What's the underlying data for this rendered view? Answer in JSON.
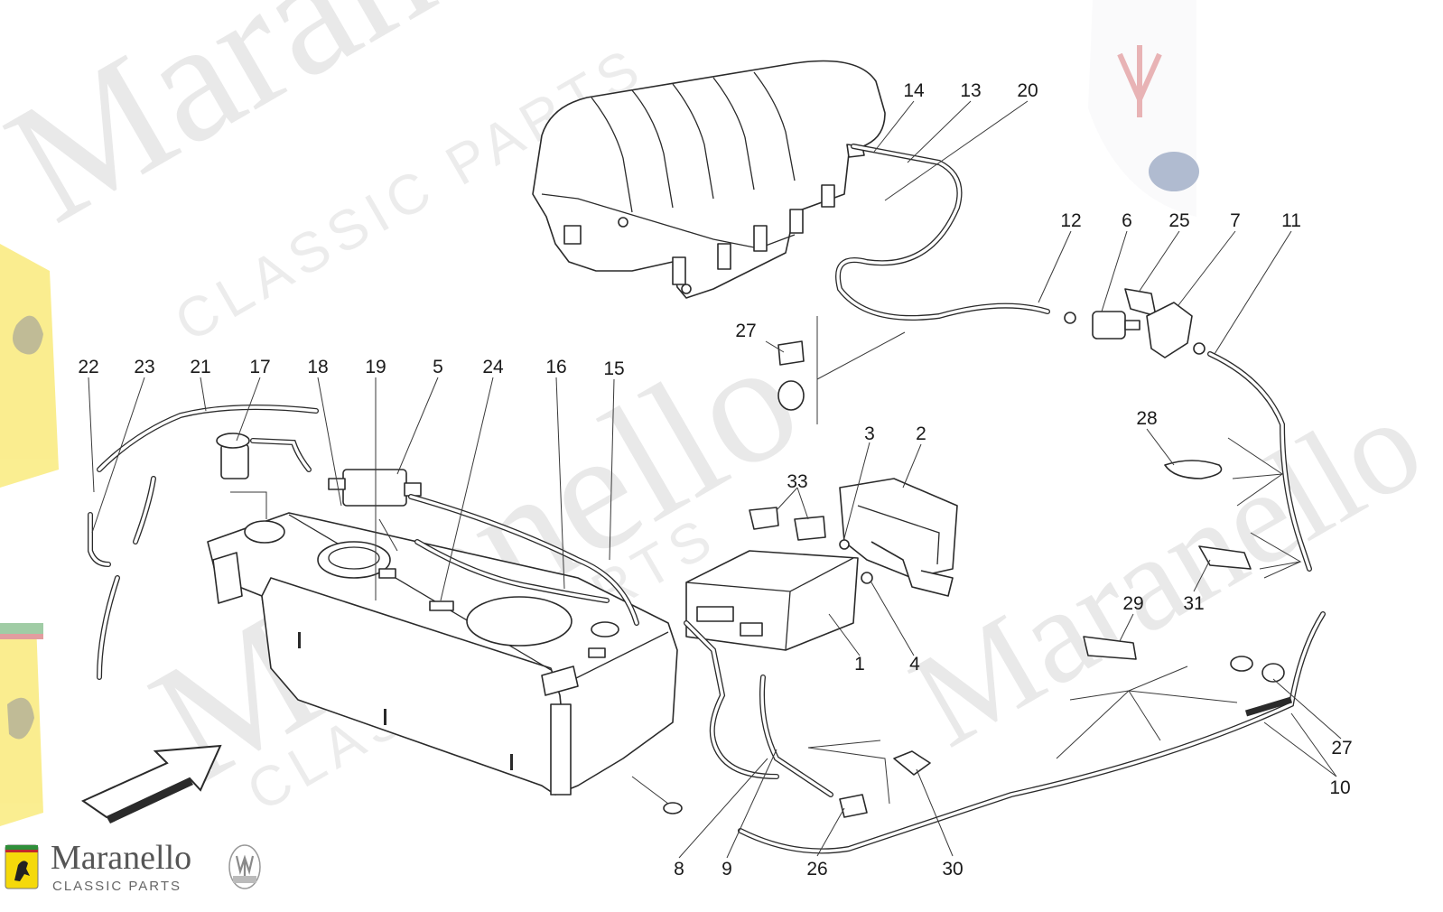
{
  "brand": {
    "name": "Maranello",
    "tagline": "CLASSIC PARTS",
    "badge_colors": {
      "ferrari_yellow": "#f5d90a",
      "maserati_blue": "#1f3f7a",
      "maserati_red": "#c0282d"
    }
  },
  "watermarks": {
    "text_1": "Maranello",
    "text_2": "CLASSIC PARTS"
  },
  "callouts": [
    {
      "label": "1"
    },
    {
      "label": "2"
    },
    {
      "label": "3"
    },
    {
      "label": "4"
    },
    {
      "label": "5"
    },
    {
      "label": "6"
    },
    {
      "label": "7"
    },
    {
      "label": "8"
    },
    {
      "label": "9"
    },
    {
      "label": "10"
    },
    {
      "label": "11"
    },
    {
      "label": "12"
    },
    {
      "label": "13"
    },
    {
      "label": "14"
    },
    {
      "label": "15"
    },
    {
      "label": "16"
    },
    {
      "label": "17"
    },
    {
      "label": "18"
    },
    {
      "label": "19"
    },
    {
      "label": "20"
    },
    {
      "label": "21"
    },
    {
      "label": "22"
    },
    {
      "label": "23"
    },
    {
      "label": "24"
    },
    {
      "label": "25"
    },
    {
      "label": "26"
    },
    {
      "label": "27"
    },
    {
      "label": "27"
    },
    {
      "label": "28"
    },
    {
      "label": "29"
    },
    {
      "label": "30"
    },
    {
      "label": "31"
    },
    {
      "label": "33"
    }
  ],
  "icons": {
    "direction_arrow": "arrow-icon",
    "ferrari_badge": "prancing-horse-icon",
    "maserati_badge": "trident-icon"
  }
}
